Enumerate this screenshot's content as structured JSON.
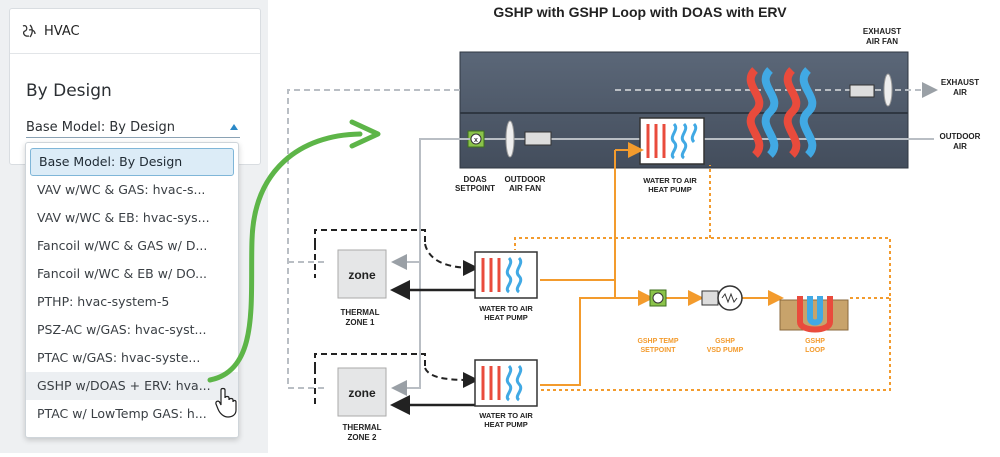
{
  "panel": {
    "title": "HVAC",
    "icon": "hvac-icon"
  },
  "section": {
    "title": "By Design"
  },
  "select": {
    "value": "Base Model: By Design"
  },
  "dropdown": {
    "options": [
      "Base Model: By Design",
      "VAV w/WC & GAS: hvac-s...",
      "VAV w/WC & EB: hvac-sys...",
      "Fancoil w/WC & GAS w/ D...",
      "Fancoil w/WC & EB w/ DO...",
      "PTHP: hvac-system-5",
      "PSZ-AC w/GAS: hvac-syst...",
      "PTAC w/GAS: hvac-syste...",
      "GSHP w/DOAS + ERV: hva...",
      "PTAC w/ LowTemp GAS: h..."
    ],
    "selected_index": 0,
    "hover_index": 8
  },
  "diagram": {
    "title": "GSHP with GSHP Loop with DOAS with ERV",
    "labels": {
      "exhaust_fan": [
        "EXHAUST",
        "AIR FAN"
      ],
      "exhaust_air": [
        "EXHAUST",
        "AIR"
      ],
      "outdoor_air": [
        "OUTDOOR",
        "AIR"
      ],
      "doas_setpoint": [
        "DOAS",
        "SETPOINT"
      ],
      "outdoor_fan": [
        "OUTDOOR",
        "AIR FAN"
      ],
      "water_air_hp": [
        "WATER TO AIR",
        "HEAT PUMP"
      ],
      "thermal_zone_1": [
        "THERMAL",
        "ZONE 1"
      ],
      "thermal_zone_2": [
        "THERMAL",
        "ZONE 2"
      ],
      "zone_box": "zone",
      "gshp_setpoint": [
        "GSHP TEMP",
        "SETPOINT"
      ],
      "gshp_pump": [
        "GSHP",
        "VSD PUMP"
      ],
      "gshp_loop": [
        "GSHP",
        "LOOP"
      ]
    }
  },
  "colors": {
    "accent": "#2a88c7",
    "orange": "#f39b2d",
    "green_arrow": "#5db548",
    "air_duct": "#4e5a6b",
    "selected_bg": "#dcecf7"
  }
}
